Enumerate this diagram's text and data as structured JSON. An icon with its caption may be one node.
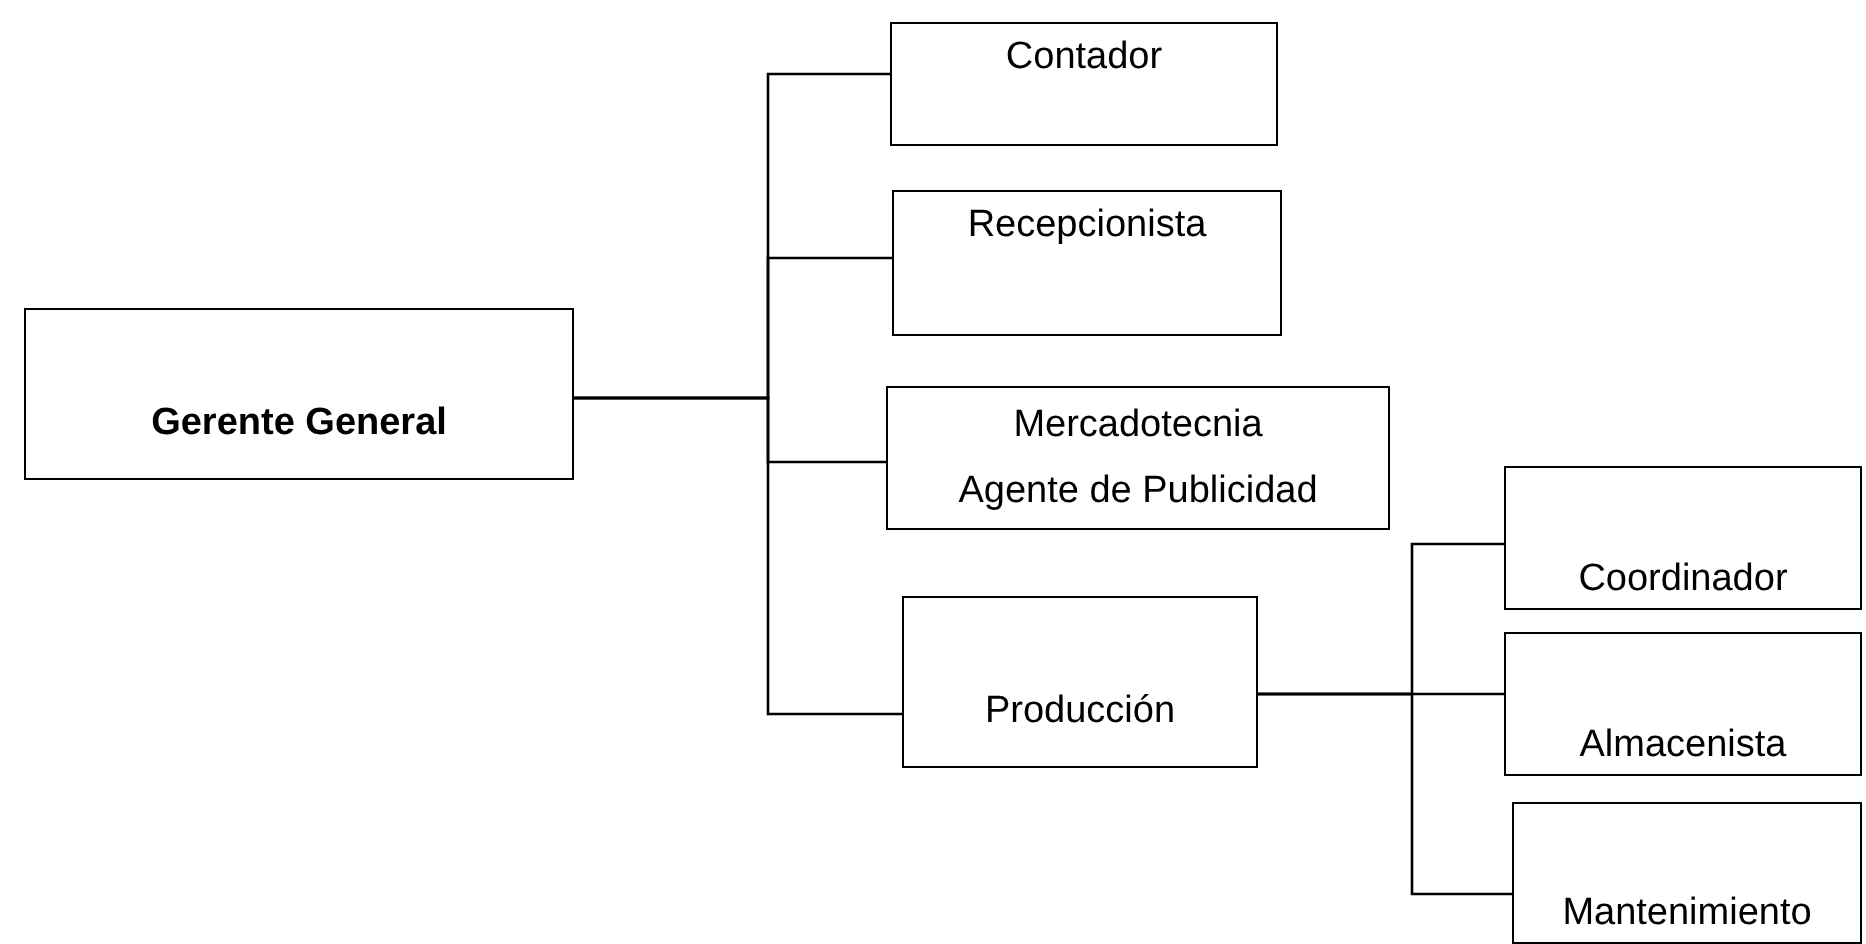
{
  "diagram": {
    "nodes": [
      {
        "text": [
          "Gerente General"
        ]
      },
      {
        "text": [
          "Contador"
        ]
      },
      {
        "text": [
          "Recepcionista"
        ]
      },
      {
        "text": [
          "Mercadotecnia",
          "Agente de Publicidad"
        ]
      },
      {
        "text": [
          "Producción"
        ]
      },
      {
        "text": [
          "Coordinador"
        ]
      },
      {
        "text": [
          "Almacenista"
        ]
      },
      {
        "text": [
          "Mantenimiento"
        ]
      }
    ],
    "edges": [
      {
        "from": 0,
        "to": 1,
        "arrow": "none"
      },
      {
        "from": 0,
        "to": 2,
        "arrow": "none"
      },
      {
        "from": 0,
        "to": 3,
        "arrow": "none"
      },
      {
        "from": 0,
        "to": 4,
        "arrow": "none"
      },
      {
        "from": 4,
        "to": 5,
        "arrow": "none"
      },
      {
        "from": 4,
        "to": 6,
        "arrow": "none"
      },
      {
        "from": 4,
        "to": 7,
        "arrow": "none"
      }
    ]
  }
}
